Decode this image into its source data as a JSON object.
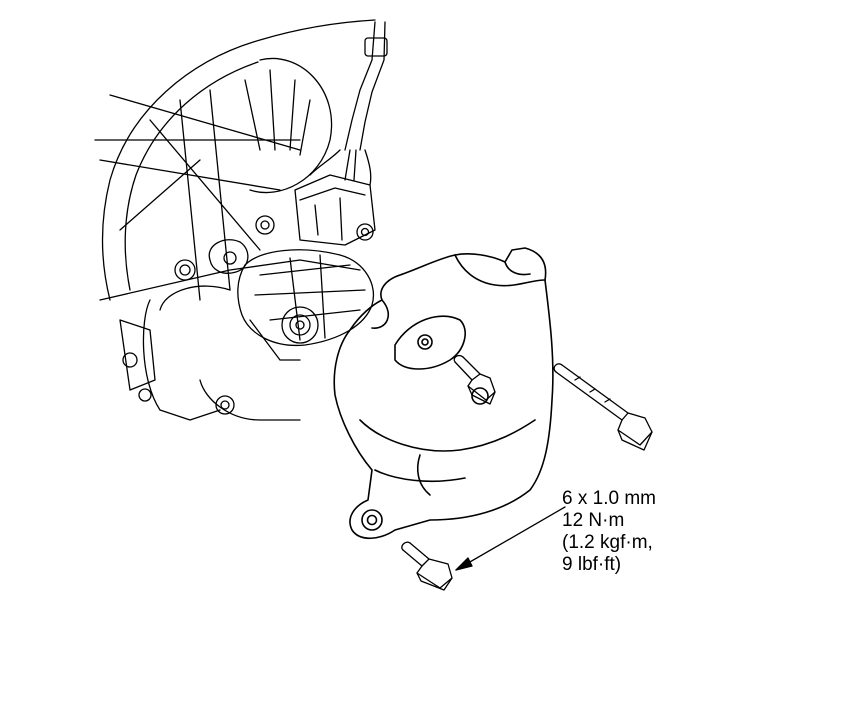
{
  "spec_label": {
    "lines": [
      "6 x 1.0 mm",
      "12 N·m",
      "(1.2 kgf·m,",
      "9 lbf·ft)"
    ]
  },
  "colors": {
    "line": "#000000",
    "background": "#ffffff"
  }
}
